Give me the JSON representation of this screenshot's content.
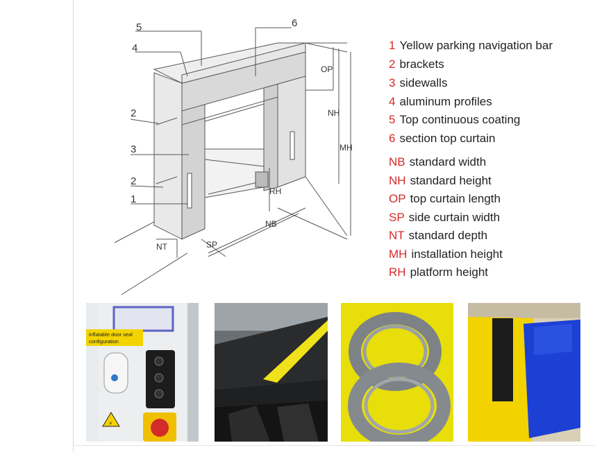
{
  "diagram": {
    "part_numbers": [
      "1",
      "2",
      "2",
      "3",
      "4",
      "5",
      "6"
    ],
    "dimension_labels": {
      "op": "OP",
      "nh": "NH",
      "mh": "MH",
      "rh": "RH",
      "nb": "NB",
      "nt": "NT",
      "sp": "SP"
    }
  },
  "legend": {
    "parts": [
      {
        "key": "1",
        "label": "Yellow parking navigation bar"
      },
      {
        "key": "2",
        "label": "brackets"
      },
      {
        "key": "3",
        "label": "sidewalls"
      },
      {
        "key": "4",
        "label": "aluminum profiles"
      },
      {
        "key": "5",
        "label": "Top continuous coating"
      },
      {
        "key": "6",
        "label": "section top curtain"
      }
    ],
    "dimensions": [
      {
        "key": "NB",
        "label": "standard width"
      },
      {
        "key": "NH",
        "label": "standard height"
      },
      {
        "key": "OP",
        "label": "top curtain length"
      },
      {
        "key": "SP",
        "label": "side curtain width"
      },
      {
        "key": "NT",
        "label": "standard depth"
      },
      {
        "key": "MH",
        "label": "installation height"
      },
      {
        "key": "RH",
        "label": "platform height"
      }
    ]
  },
  "photos": {
    "panel_caption": "inflatable door seal configuration"
  },
  "colors": {
    "key_red": "#d62a2a",
    "line": "#555555",
    "panel_yellow": "#f3d300",
    "seal_gray": "#8a8f93",
    "fabric_blue": "#1e44d8"
  }
}
